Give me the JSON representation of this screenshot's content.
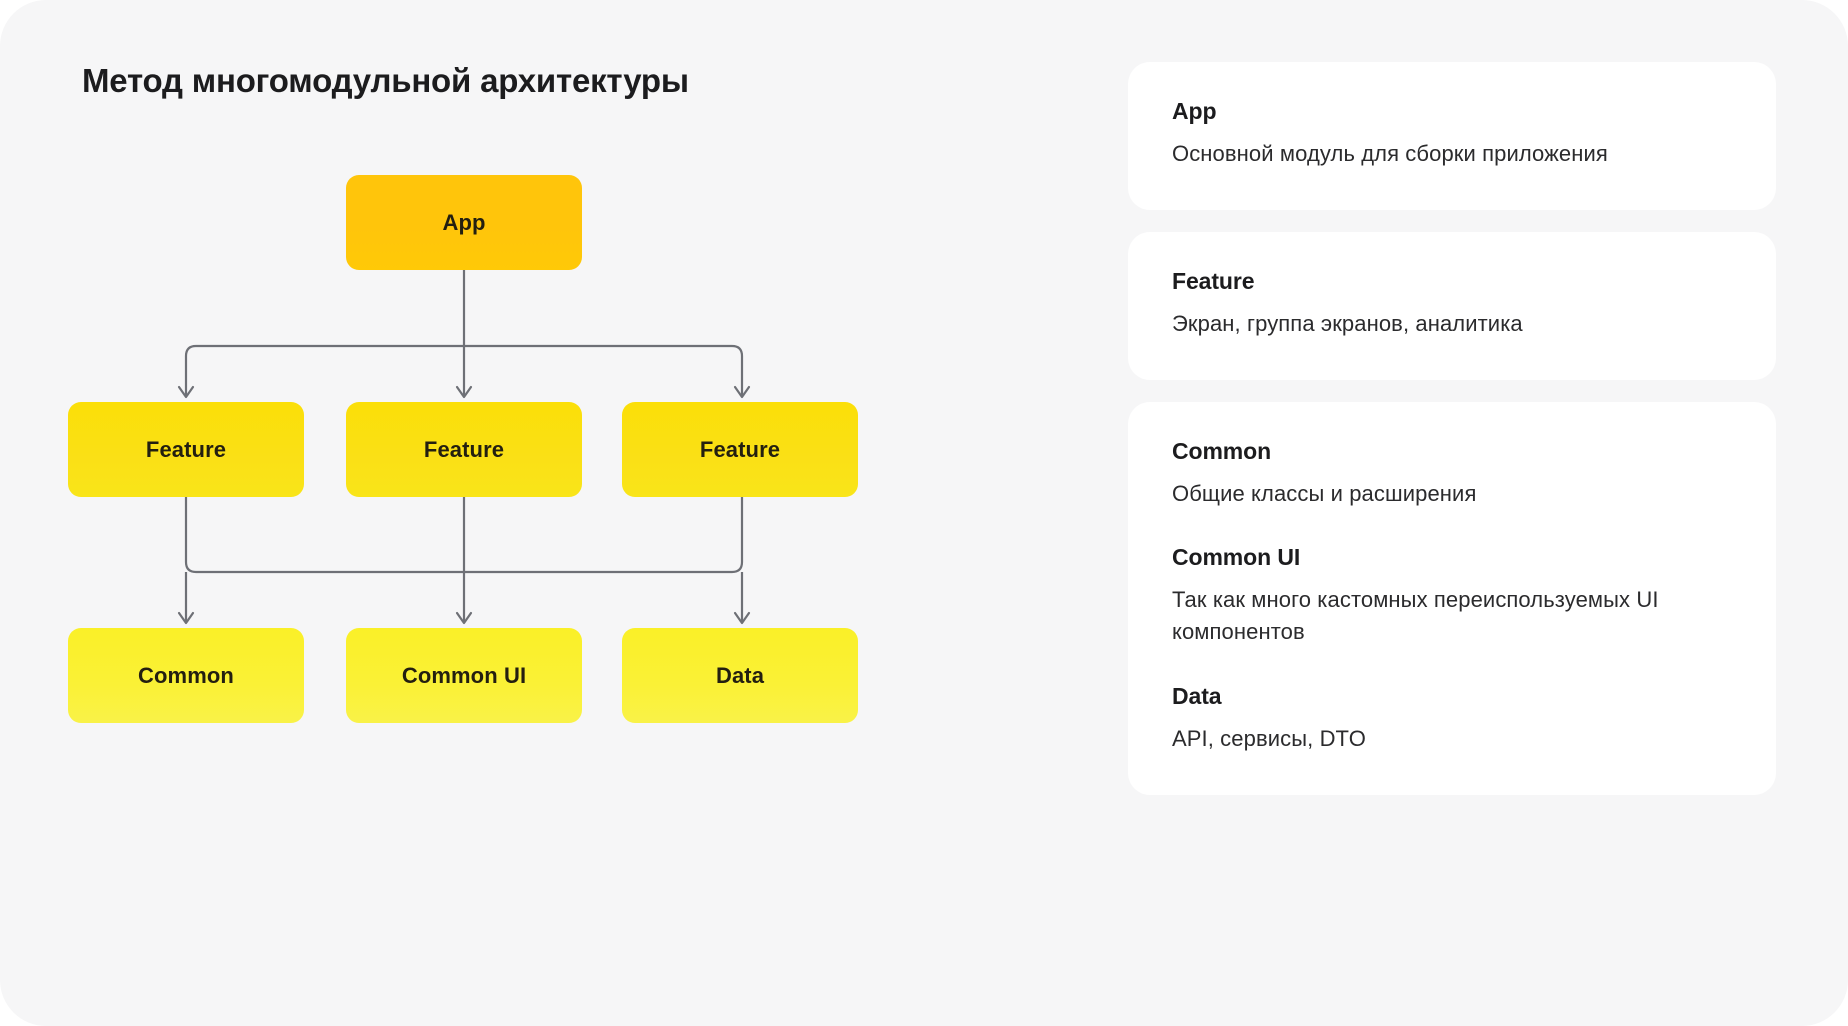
{
  "page": {
    "title": "Метод многомодульной архитектуры",
    "background_color": "#f6f6f7",
    "card_background_color": "#ffffff"
  },
  "diagram": {
    "type": "hierarchy",
    "connector_color": "#6e7076",
    "tiers": [
      {
        "name": "app",
        "color": "#FFC50B",
        "nodes": [
          {
            "label": "App"
          }
        ]
      },
      {
        "name": "feature",
        "color": "#FAE016",
        "nodes": [
          {
            "label": "Feature"
          },
          {
            "label": "Feature"
          },
          {
            "label": "Feature"
          }
        ]
      },
      {
        "name": "base",
        "color": "#FAF136",
        "nodes": [
          {
            "label": "Common"
          },
          {
            "label": "Common UI"
          },
          {
            "label": "Data"
          }
        ]
      }
    ]
  },
  "cards": [
    {
      "sections": [
        {
          "heading": "App",
          "body": "Основной модуль для сборки приложения"
        }
      ]
    },
    {
      "sections": [
        {
          "heading": "Feature",
          "body": "Экран, группа экранов, аналитика"
        }
      ]
    },
    {
      "sections": [
        {
          "heading": "Common",
          "body": "Общие классы и расширения"
        },
        {
          "heading": "Common UI",
          "body": "Так как много кастомных переиспользуемых UI компонентов"
        },
        {
          "heading": "Data",
          "body": "API, сервисы, DTO"
        }
      ]
    }
  ]
}
